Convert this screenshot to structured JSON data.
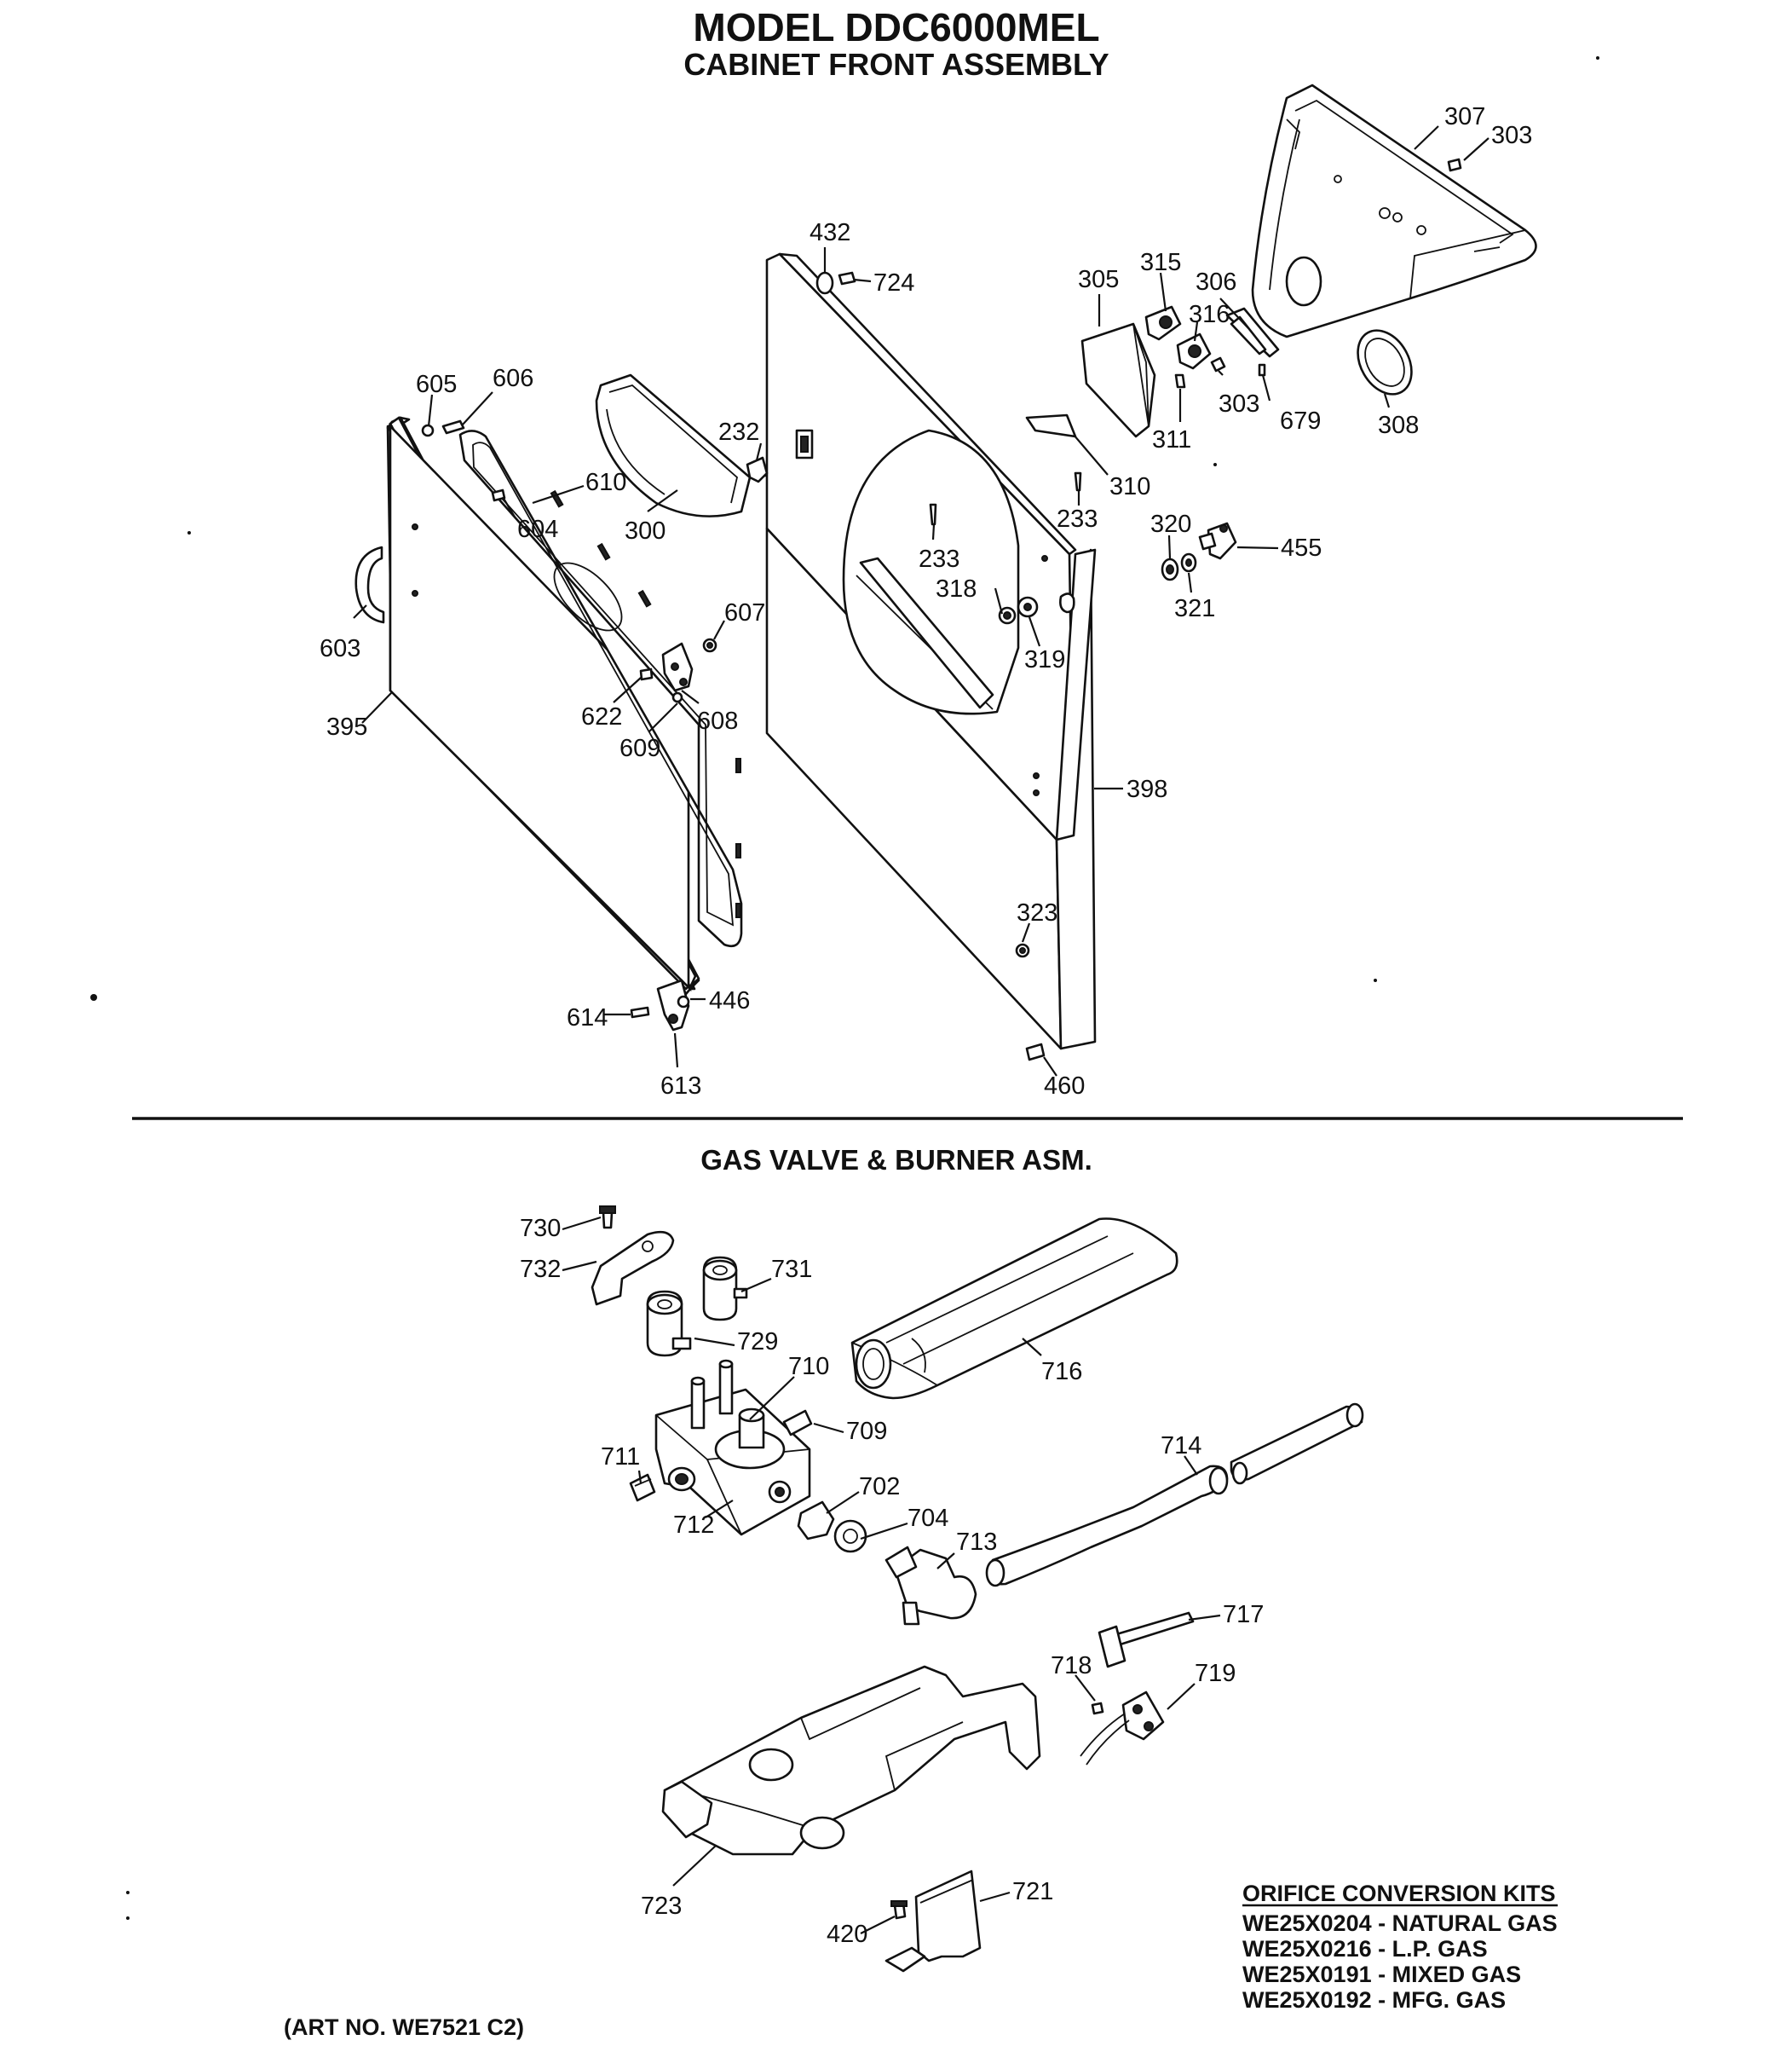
{
  "title": "MODEL DDC6000MEL",
  "sections": {
    "cabinet_front": "CABINET FRONT ASSEMBLY",
    "gas_valve": "GAS VALVE & BURNER ASM."
  },
  "callouts": {
    "c307": "307",
    "c303a": "303",
    "c432": "432",
    "c724": "724",
    "c305": "305",
    "c315": "315",
    "c306": "306",
    "c316": "316",
    "c303b": "303",
    "c679": "679",
    "c308": "308",
    "c311": "311",
    "c605": "605",
    "c606": "606",
    "c232": "232",
    "c310": "310",
    "c610": "610",
    "c604": "604",
    "c300": "300",
    "c233a": "233",
    "c233b": "233",
    "c320": "320",
    "c455": "455",
    "c318": "318",
    "c321": "321",
    "c319": "319",
    "c603": "603",
    "c607": "607",
    "c622": "622",
    "c608": "608",
    "c395": "395",
    "c609": "609",
    "c398": "398",
    "c323": "323",
    "c614": "614",
    "c446": "446",
    "c613": "613",
    "c460": "460",
    "c730": "730",
    "c732": "732",
    "c731": "731",
    "c729": "729",
    "c710": "710",
    "c716": "716",
    "c709": "709",
    "c714": "714",
    "c711": "711",
    "c702": "702",
    "c704": "704",
    "c712": "712",
    "c713": "713",
    "c717": "717",
    "c718": "718",
    "c719": "719",
    "c721": "721",
    "c723": "723",
    "c420": "420"
  },
  "orifice_kits": {
    "heading": "ORIFICE CONVERSION KITS",
    "items": [
      "WE25X0204 - NATURAL GAS",
      "WE25X0216 - L.P. GAS",
      "WE25X0191 - MIXED GAS",
      "WE25X0192 - MFG. GAS"
    ]
  },
  "art_no": "(ART NO. WE7521 C2)"
}
